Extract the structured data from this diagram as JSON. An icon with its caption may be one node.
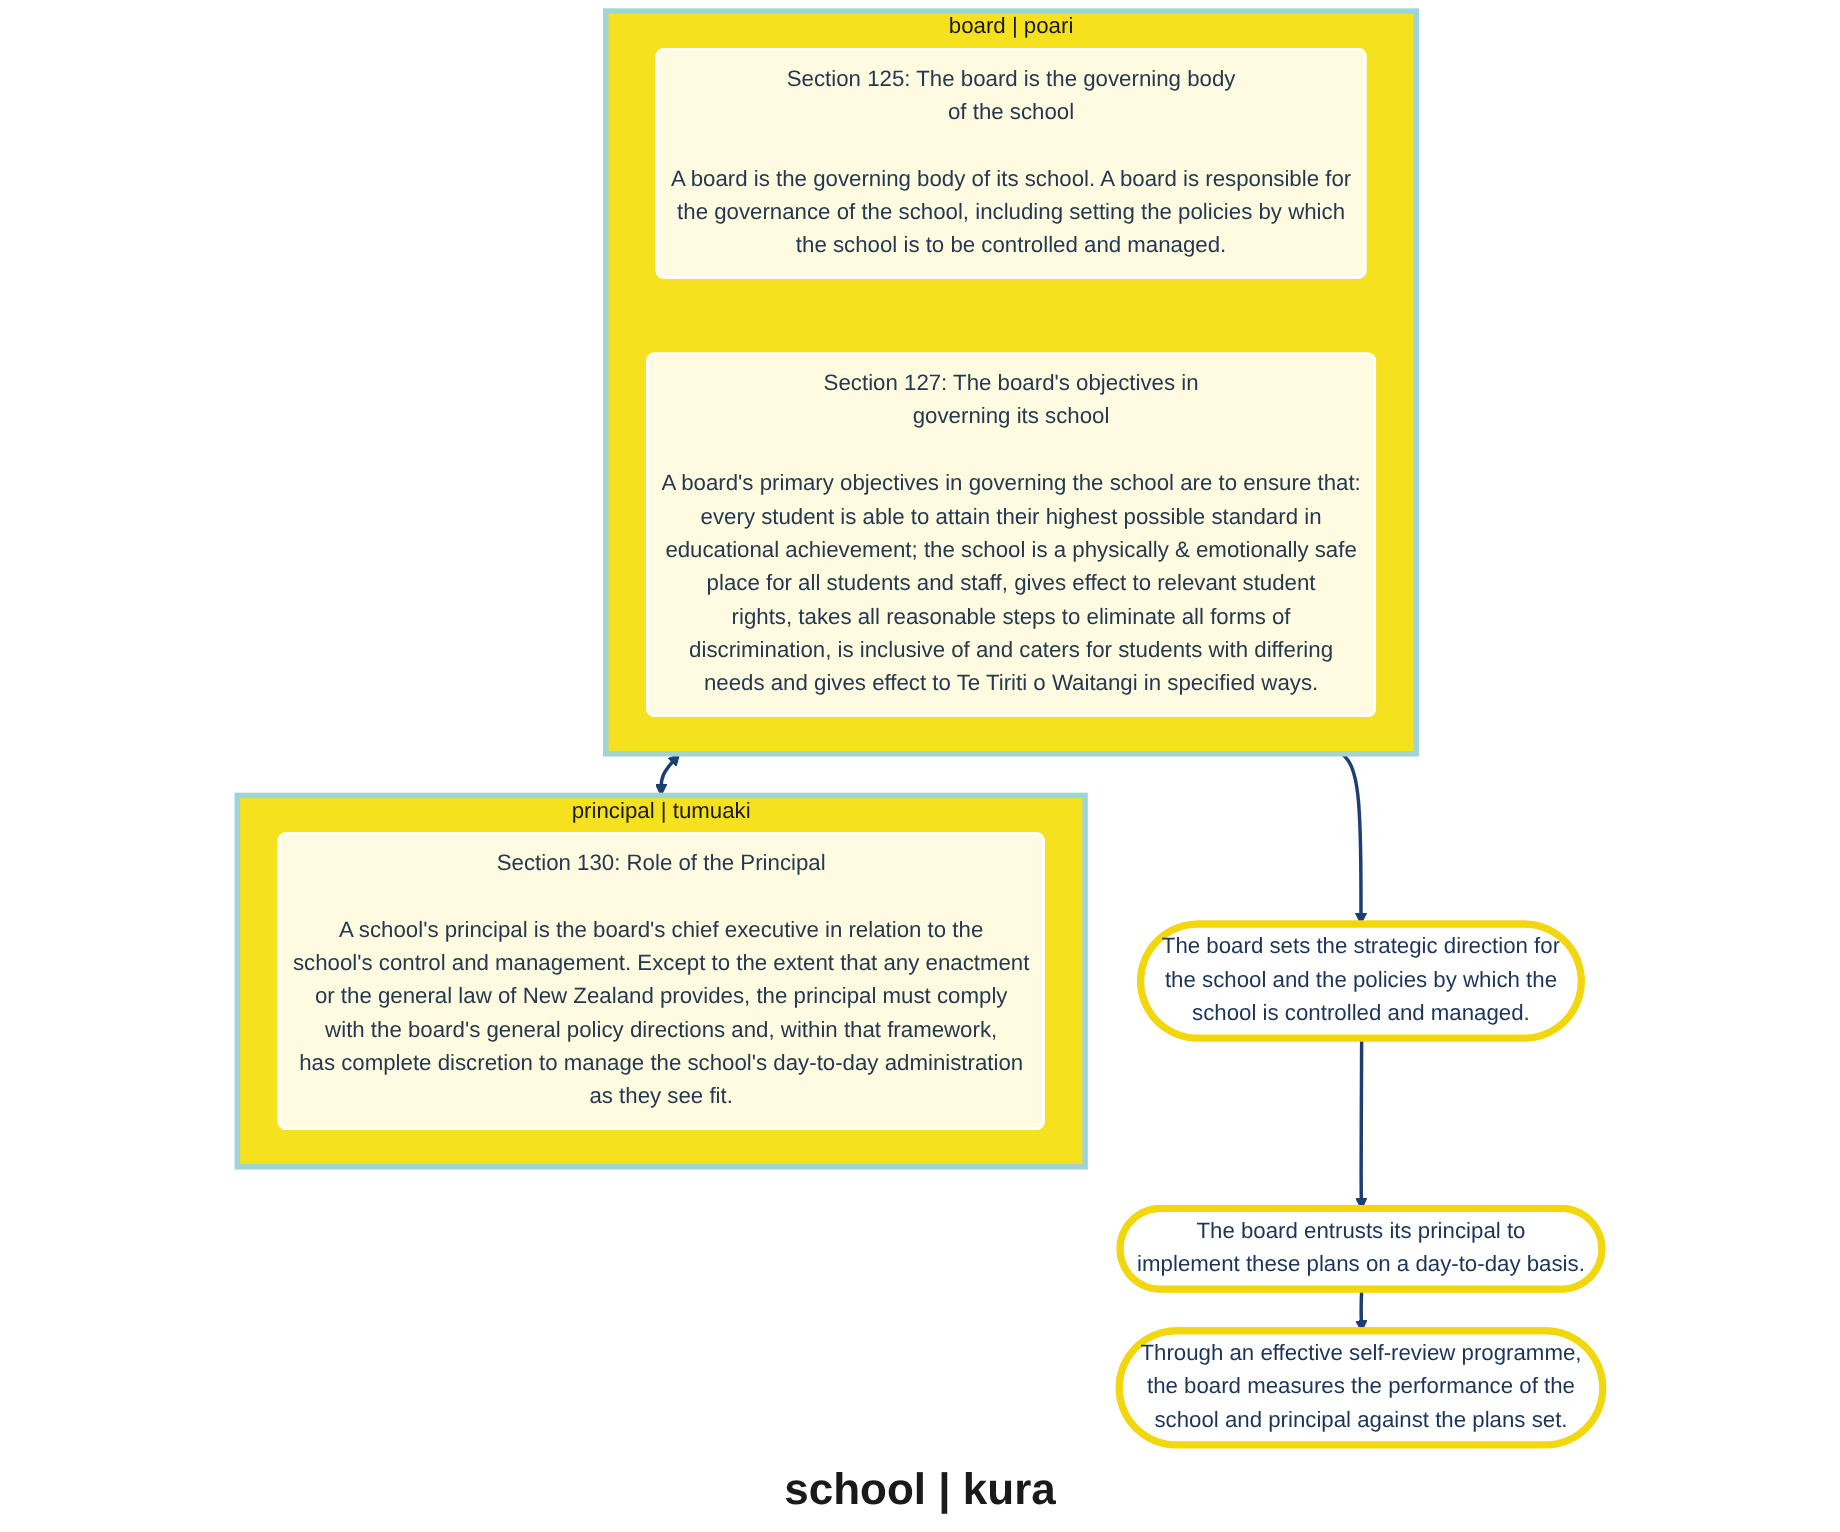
{
  "diagram": {
    "nodes": [
      {
        "text": [
          "board | poari"
        ]
      },
      {
        "text": [
          "Section 125: The board is the governing body of the school",
          "A board is the governing body of its school. A board is responsible for the governance of the school, including setting the policies by which the school is to be controlled and managed."
        ],
        "in": 0
      },
      {
        "text": [
          "Section 127: The board's objectives in governing its school",
          "A board's primary objectives in governing the school are to ensure that: every student is able to attain their highest possible standard in educational achievement; the school is a physically & emotionally safe place for all students and staff, gives effect to relevant student rights, takes all reasonable steps to eliminate all forms of discrimination, is inclusive of and caters for students with differing needs and gives effect to Te Tiriti o Waitangi in specified ways."
        ],
        "in": 0
      },
      {
        "text": [
          "principal | tumuaki"
        ]
      },
      {
        "text": [
          "Section 130: Role of the Principal",
          "A school's principal is the board's chief executive in relation to the school's control and management. Except to the extent that any enactment or the general law of New Zealand provides, the principal must comply with the board's general policy directions and, within that framework, has complete discretion to manage the school's day-to-day administration as they see fit."
        ],
        "in": 3
      },
      {
        "text": [
          "The board sets the strategic direction for the school and the policies by which the school is controlled and managed."
        ]
      },
      {
        "text": [
          "Through an effective self-review programme, the board measures the performance of the school and principal against the plans set."
        ]
      },
      {
        "text": [
          "The board entrusts its principal to implement these plans on a day-to-day basis."
        ]
      }
    ],
    "edges": [
      {
        "from": 0,
        "to": 5,
        "arrow": "to"
      },
      {
        "from": 5,
        "to": 7,
        "arrow": "to"
      },
      {
        "from": 7,
        "to": 6,
        "arrow": "to"
      },
      {
        "from": 0,
        "to": 3,
        "arrow": "both"
      }
    ],
    "labels": [
      "school | kura"
    ]
  }
}
